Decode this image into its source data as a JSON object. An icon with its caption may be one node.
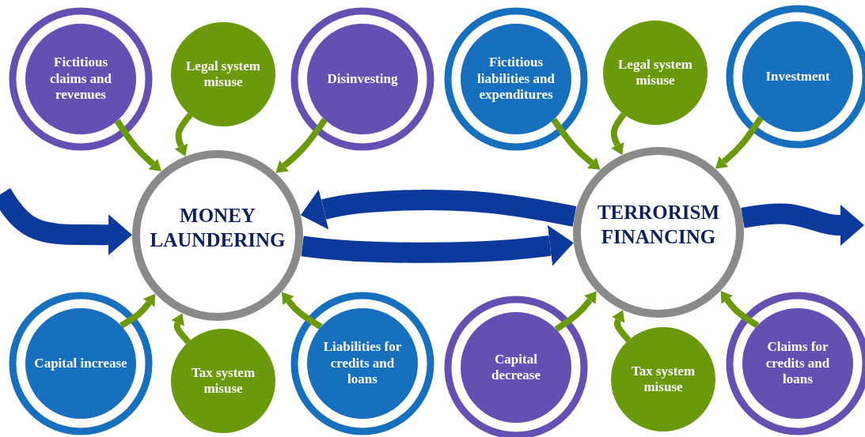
{
  "diagram": {
    "nodes": [
      {
        "text": [
          "MONEY LAUNDERING"
        ]
      },
      {
        "text": [
          "Fictitious claims and revenues"
        ]
      },
      {
        "text": [
          "Legal system misuse"
        ]
      },
      {
        "text": [
          "Disinvesting"
        ]
      },
      {
        "text": [
          "Capital increase"
        ]
      },
      {
        "text": [
          "Tax system misuse"
        ]
      },
      {
        "text": [
          "Liabilities for credits and loans"
        ]
      },
      {
        "text": [
          "TERRORISM FINANCING"
        ]
      },
      {
        "text": [
          "Fictitious liabilities and expenditures"
        ]
      },
      {
        "text": [
          "Legal system misuse"
        ]
      },
      {
        "text": [
          "Investment"
        ]
      },
      {
        "text": [
          "Capital decrease"
        ]
      },
      {
        "text": [
          "Tax system misuse"
        ]
      },
      {
        "text": [
          "Claims for credits and loans"
        ]
      }
    ],
    "edges": [
      {
        "from": null,
        "to": 0,
        "arrow": "to",
        "style": "thick",
        "color": "#0b3a9c"
      },
      {
        "from": 7,
        "to": 0,
        "arrow": "to",
        "style": "thick",
        "color": "#0b3a9c"
      },
      {
        "from": 0,
        "to": 7,
        "arrow": "to",
        "style": "thick",
        "color": "#0b3a9c"
      },
      {
        "from": 7,
        "to": null,
        "arrow": "to",
        "style": "thick",
        "color": "#0b3a9c"
      },
      {
        "from": 1,
        "to": 0,
        "arrow": "to"
      },
      {
        "from": 2,
        "to": 0,
        "arrow": "to"
      },
      {
        "from": 3,
        "to": 0,
        "arrow": "to"
      },
      {
        "from": 4,
        "to": 0,
        "arrow": "to"
      },
      {
        "from": 5,
        "to": 0,
        "arrow": "to"
      },
      {
        "from": 6,
        "to": 0,
        "arrow": "to"
      },
      {
        "from": 8,
        "to": 7,
        "arrow": "to"
      },
      {
        "from": 9,
        "to": 7,
        "arrow": "to"
      },
      {
        "from": 10,
        "to": 7,
        "arrow": "to"
      },
      {
        "from": 11,
        "to": 7,
        "arrow": "to"
      },
      {
        "from": 12,
        "to": 7,
        "arrow": "to"
      },
      {
        "from": 13,
        "to": 7,
        "arrow": "to"
      }
    ]
  }
}
